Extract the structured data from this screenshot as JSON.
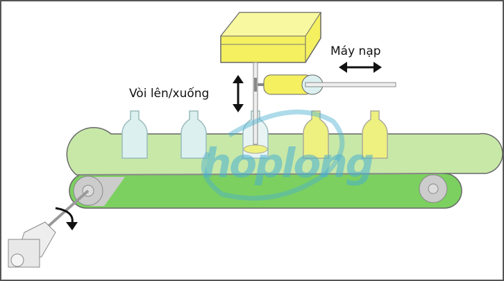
{
  "labels": {
    "feeder": "Máy nạp",
    "nozzle": "Vòi lên/xuống"
  },
  "watermark": "hoplong",
  "colors": {
    "belt_top": "#c8e8a8",
    "belt_side": "#7cd060",
    "tank": "#f4f060",
    "bottle_empty": "#dcf0f0",
    "bottle_full": "#eef080",
    "watermark": "#4ab0d0"
  },
  "bottles": [
    {
      "state": "empty"
    },
    {
      "state": "empty"
    },
    {
      "state": "filling"
    },
    {
      "state": "full"
    },
    {
      "state": "full"
    }
  ]
}
